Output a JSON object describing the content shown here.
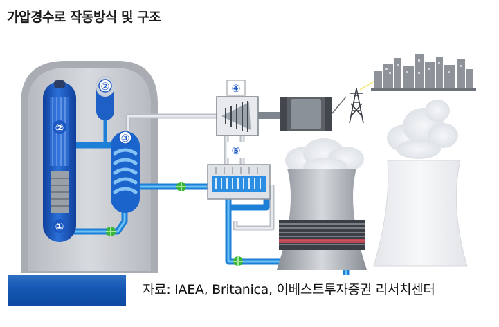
{
  "title": "가압경수로 작동방식 및 구조",
  "labels": {
    "n1": "①",
    "n2a": "②",
    "n2b": "②",
    "n3": "③",
    "n4": "④",
    "n5": "⑤"
  },
  "source": "자료: IAEA, Britanica, 이베스트투자증권 리서치센터",
  "colors": {
    "pipe_blue": "#2b8ee0",
    "pipe_grey": "#c8ccd2",
    "dome": "#c9ccd1",
    "reactor_blue": "#1b58c2",
    "pump_green": "#3cb43c"
  }
}
